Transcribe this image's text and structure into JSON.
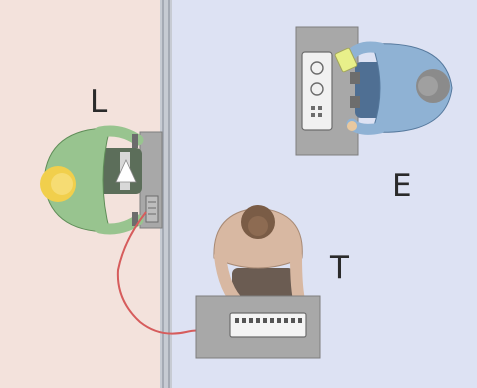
{
  "labels": {
    "left_room": "L",
    "experimenter": "E",
    "teacher": "T"
  },
  "colors": {
    "left_room_bg": "#f3e2dc",
    "right_room_bg": "#dde2f3",
    "wall": "#c7cbd3",
    "desk": "#a8a8a8",
    "learner_shirt": "#98c48f",
    "learner_hair": "#f1cf4c",
    "experimenter_shirt": "#8fb2d4",
    "experimenter_hair": "#8b8b8b",
    "teacher_shirt": "#d8b8a2",
    "teacher_hair": "#7a5c46",
    "wire": "#d65c5c",
    "clipboard": "#e8f08a"
  }
}
